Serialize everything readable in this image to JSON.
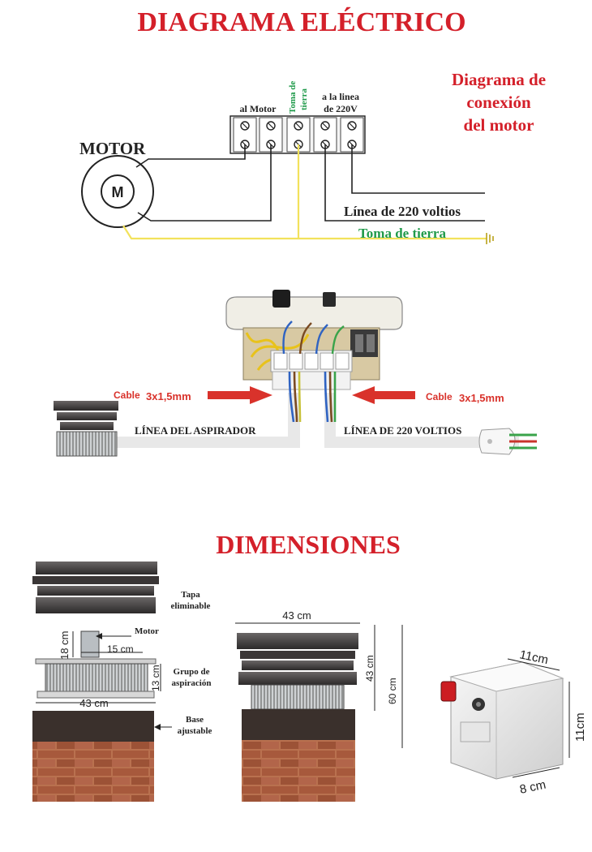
{
  "titles": {
    "main": "DIAGRAMA ELÉCTRICO",
    "dimensions": "DIMENSIONES"
  },
  "wiring": {
    "motor_heading": "MOTOR",
    "motor_symbol": "M",
    "al_motor": "al Motor",
    "toma_line1": "Toma de",
    "toma_line2": "tierra",
    "linea_line1": "a la linea",
    "linea_line2": "de 220V",
    "line_220": "Línea de 220 voltios",
    "earth": "Toma de tierra",
    "connection_line1": "Diagrama de",
    "connection_line2": "conexión",
    "connection_line3": "del motor"
  },
  "control_box": {
    "cable_prefix": "Cable",
    "cable_spec": "3x1,5mm",
    "aspirador_line": "LÍNEA DEL ASPIRADOR",
    "line_220": "LÍNEA DE 220 VOLTIOS"
  },
  "dimensions": {
    "tapa_1": "Tapa",
    "tapa_2": "eliminable",
    "motor": "Motor",
    "grupo_1": "Grupo de",
    "grupo_2": "aspiración",
    "base_1": "Base",
    "base_2": "ajustable",
    "d18": "18 cm",
    "d15": "15 cm",
    "d13": "13 cm",
    "d43_exploded": "43 cm",
    "d43_top": "43 cm",
    "d43_side": "43 cm",
    "d60": "60 cm",
    "box_w": "11cm",
    "box_h": "11cm",
    "box_d": "8 cm"
  },
  "colors": {
    "title_red": "#d4202a",
    "earth_green": "#1f9a4a",
    "earth_wire": "#f2e25c",
    "arrow_red": "#d9322b"
  }
}
